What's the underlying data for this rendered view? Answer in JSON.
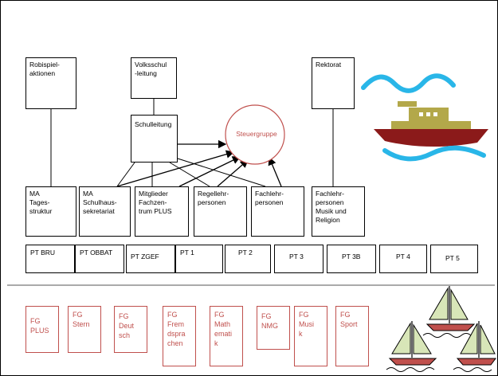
{
  "boxes": {
    "robispiel": "Robispiel-\naktionen",
    "volksschulleitung": "Volksschul\n-leitung",
    "rektorat": "Rektorat",
    "schulleitung": "Schulleitung",
    "ma_tagesstruktur": "MA\nTages-\nstruktur",
    "ma_schulhaussekretariat": "MA\nSchulhaus-\nsekretariat",
    "mitglieder_fachzentrum": "Mitglieder\nFachzen-\ntrum PLUS",
    "regellehrpersonen": "Regellehr-\npersonen",
    "fachlehrpersonen": "Fachlehr-\npersonen",
    "fachlehrpersonen_musik": "Fachlehr-\npersonen\nMusik und\nReligion"
  },
  "steuergruppe": "Steuergruppe",
  "pt_teams": [
    "PT  BRU",
    "PT OBBAT",
    "PT  ZGEF",
    "PT 1",
    "PT 2",
    "PT 3",
    "PT 3B",
    "PT 4",
    "PT 5"
  ],
  "fg_groups": [
    "FG\nPLUS",
    "FG\nStern",
    "FG\nDeut\nsch",
    "FG\nFrem\ndspra\nchen",
    "FG\nMath\nemati\nk",
    "FG\nNMG",
    "FG\nMusi\nk",
    "FG\nSport"
  ],
  "colors": {
    "accent_red": "#c0504d",
    "ship_hull": "#8b1a1a",
    "ship_deck": "#b3a84a",
    "wave": "#29b6e8"
  }
}
